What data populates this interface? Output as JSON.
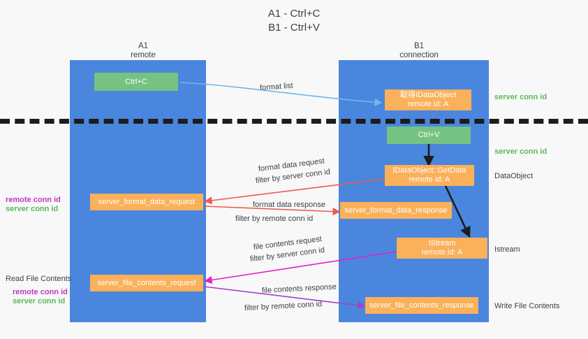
{
  "title": {
    "line1": "A1 - Ctrl+C",
    "line2": "B1 - Ctrl+V"
  },
  "columns": [
    {
      "name": "A1",
      "sub": "remote"
    },
    {
      "name": "B1",
      "sub": "connection"
    }
  ],
  "colors": {
    "lane": "#4a86dd",
    "green_box": "#76c283",
    "orange_box": "#fbb05a",
    "server_conn_id": "#5cb85c",
    "remote_conn_id": "#c336c3",
    "arrow_format_list": "#6fb7e8",
    "arrow_getdata": "#1c1c1c",
    "arrow_format_data": "#ea5c4e",
    "arrow_file_request": "#e91ec4",
    "arrow_file_response": "#a340d0",
    "divider": "#1c1c1c"
  },
  "boxes": {
    "ctrl_c": {
      "line1": "Ctrl+C",
      "line2": ""
    },
    "ctrl_v": {
      "line1": "Ctrl+V",
      "line2": ""
    },
    "idataobject": {
      "line1": "取得IDataObject",
      "line2": "remote id: A"
    },
    "getdata": {
      "line1": "IDataObject::GetData",
      "line2": "remote id: A"
    },
    "istream": {
      "line1": "IStream",
      "line2": "remote id: A"
    },
    "server_format_data_request": {
      "line1": "server_format_data_request",
      "line2": ""
    },
    "server_format_data_response": {
      "line1": "server_format_data_response",
      "line2": ""
    },
    "server_file_contents_request": {
      "line1": "server_file_contents_request",
      "line2": ""
    },
    "server_file_contents_response": {
      "line1": "server_file_contents_response",
      "line2": ""
    }
  },
  "right_labels": {
    "server_conn_id_top": "server conn id",
    "server_conn_id_mid": "server conn id",
    "dataobject": "DataObject",
    "istream": "Istream",
    "write_file_contents": "Write File Contents"
  },
  "left_labels": {
    "remote_conn_id_1": "remote conn id",
    "server_conn_id_1": "server conn id",
    "read_file_contents": "Read File Contents",
    "remote_conn_id_2": "remote conn id",
    "server_conn_id_2": "server conn id"
  },
  "edge_labels": {
    "format_list": "format list",
    "format_data_request": "format data request",
    "format_data_request_filter_prefix": "filter by ",
    "format_data_request_filter_value": "server conn id",
    "format_data_response": "format data response",
    "format_data_response_filter_prefix": "filter by ",
    "format_data_response_filter_value": "remote conn id",
    "file_contents_request": "file contents request",
    "file_contents_request_filter_prefix": "filter by ",
    "file_contents_request_filter_value": "server conn id",
    "file_contents_response": "file contents response",
    "file_contents_response_filter_prefix": "filter by ",
    "file_contents_response_filter_value": "remote conn id"
  }
}
